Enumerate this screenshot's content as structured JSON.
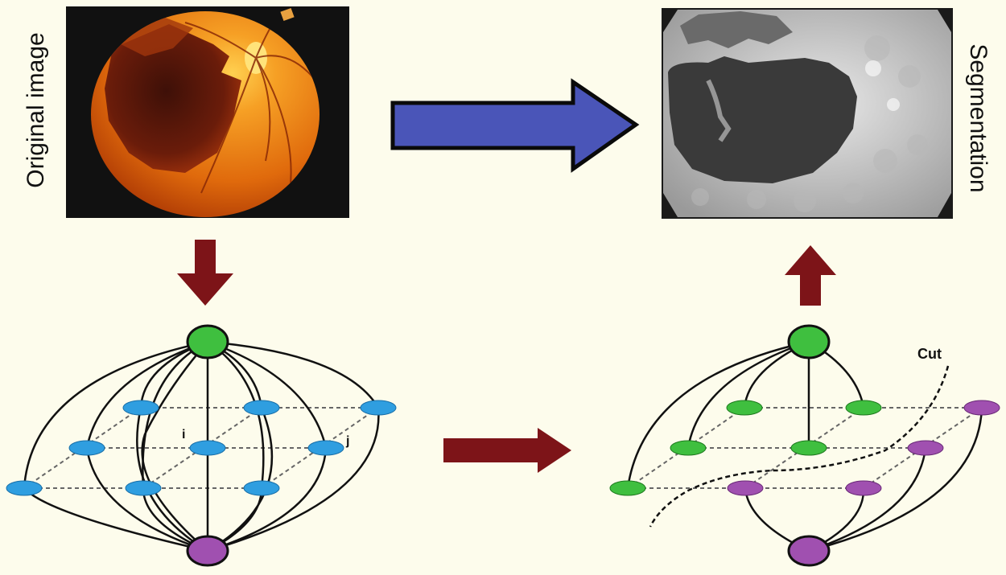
{
  "labels": {
    "original": "Original image",
    "segmentation": "Segmentation",
    "node_i": "i",
    "node_j": "j",
    "cut": "Cut"
  },
  "colors": {
    "background": "#fdfcec",
    "big_arrow_fill": "#4a55b8",
    "small_arrow_fill": "#7d1418",
    "source_node": "#3fbf3f",
    "sink_node": "#a050b0",
    "pixel_node": "#2f9ee0",
    "fundus_orange": "#e87a10",
    "fundus_dark": "#5e1a08"
  },
  "icons": {
    "original_image": "retinal-fundus-photo",
    "segmentation_image": "grayscale-segmentation-map",
    "flow_arrows": "arrow-right, arrow-down, arrow-up"
  }
}
